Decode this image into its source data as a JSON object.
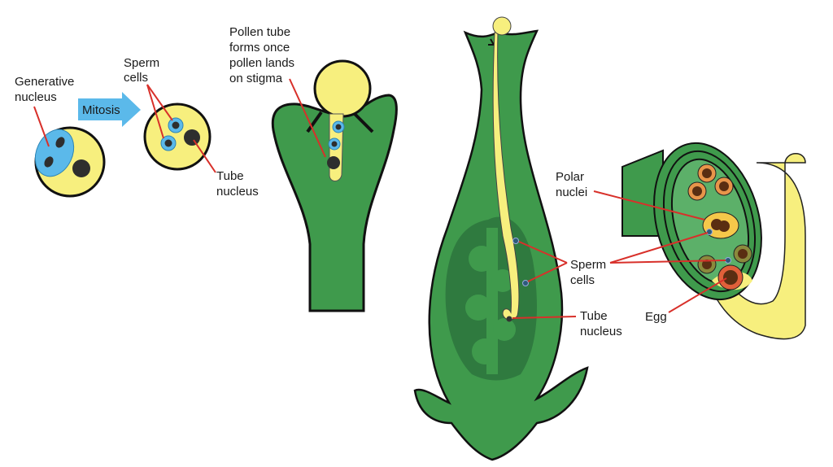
{
  "labels": {
    "generative_nucleus": [
      "Generative",
      "nucleus"
    ],
    "mitosis": "Mitosis",
    "sperm_cells_1": [
      "Sperm",
      "cells"
    ],
    "tube_nucleus_1": [
      "Tube",
      "nucleus"
    ],
    "pollen_tube": [
      "Pollen tube",
      "forms once",
      "pollen lands",
      "on stigma"
    ],
    "sperm_cells_2": [
      "Sperm",
      "cells"
    ],
    "tube_nucleus_2": [
      "Tube",
      "nucleus"
    ],
    "polar_nuclei": [
      "Polar",
      "nuclei"
    ],
    "egg": "Egg"
  },
  "colors": {
    "pollen_yellow": "#f7ef7e",
    "cytoplasm_blue": "#5bb9ea",
    "tissue_green": "#3f9a4c",
    "inner_green": "#2f7a3f",
    "pointer_red": "#d8302a",
    "nucleus_dark": "#2e2e2e"
  }
}
